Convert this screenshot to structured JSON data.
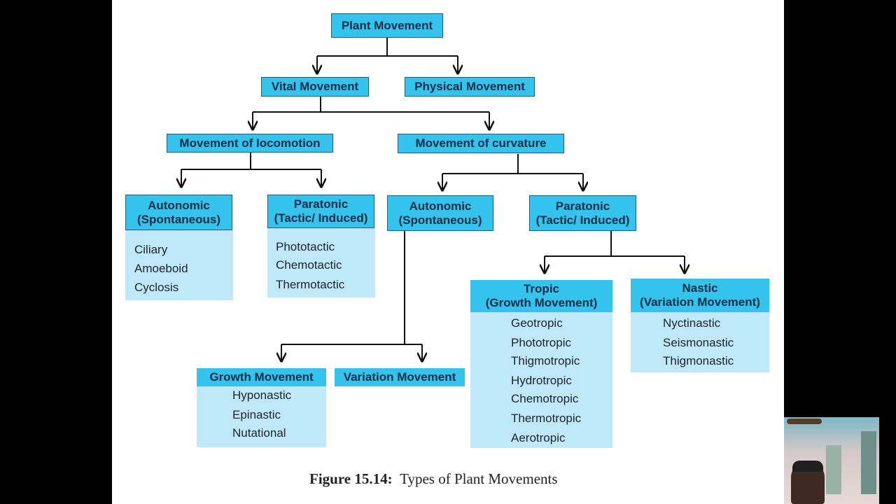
{
  "root": "Plant Movement",
  "vital": "Vital Movement",
  "physical": "Physical Movement",
  "locomotion": "Movement of locomotion",
  "curvature": "Movement of curvature",
  "loc_autonomic": {
    "title": [
      "Autonomic",
      "(Spontaneous)"
    ],
    "items": [
      "Ciliary",
      "Amoeboid",
      "Cyclosis"
    ]
  },
  "loc_paratonic": {
    "title": [
      "Paratonic",
      "(Tactic/ Induced)"
    ],
    "items": [
      "Phototactic",
      "Chemotactic",
      "Thermotactic"
    ]
  },
  "curv_autonomic": {
    "title": [
      "Autonomic",
      "(Spontaneous)"
    ]
  },
  "curv_paratonic": {
    "title": [
      "Paratonic",
      "(Tactic/ Induced)"
    ]
  },
  "tropic": {
    "title": [
      "Tropic",
      "(Growth Movement)"
    ],
    "items": [
      "Geotropic",
      "Phototropic",
      "Thigmotropic",
      "Hydrotropic",
      "Chemotropic",
      "Thermotropic",
      "Aerotropic"
    ]
  },
  "nastic": {
    "title": [
      "Nastic",
      "(Variation Movement)"
    ],
    "items": [
      "Nyctinastic",
      "Seismonastic",
      "Thigmonastic"
    ]
  },
  "growth": {
    "title": "Growth Movement",
    "items": [
      "Hyponastic",
      "Epinastic",
      "Nutational"
    ]
  },
  "variation": {
    "title": "Variation Movement"
  },
  "caption": {
    "label": "Figure 15.14:",
    "text": "Types of Plant Movements"
  }
}
